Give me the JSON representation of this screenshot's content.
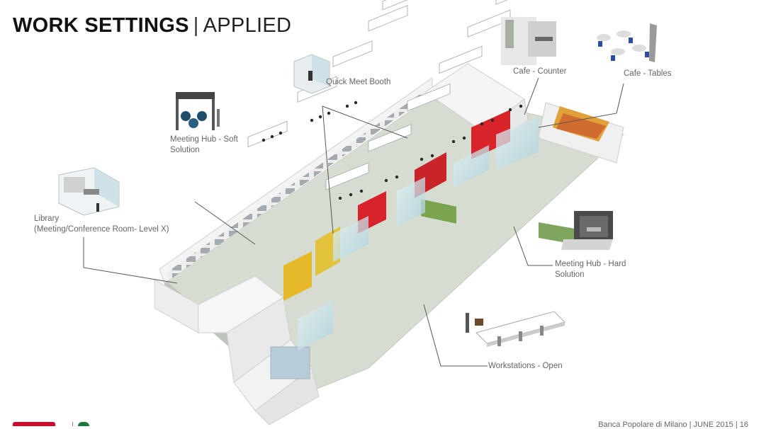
{
  "header": {
    "title_bold": "WORK SETTINGS",
    "separator": "|",
    "title_light": "APPLIED"
  },
  "labels": {
    "quick_meet_booth": "Quick Meet Booth",
    "cafe_counter": "Cafe - Counter",
    "cafe_tables": "Cafe - Tables",
    "meeting_hub_soft_line1": "Meeting Hub - Soft",
    "meeting_hub_soft_line2": "Solution",
    "library_line1": "Library",
    "library_line2": "(Meeting/Conference Room- Level X)",
    "meeting_hub_hard_line1": "Meeting Hub - Hard",
    "meeting_hub_hard_line2": "Solution",
    "workstations_open": "Workstations - Open"
  },
  "footer": {
    "text": "Banca Popolare di Milano | JUNE 2015 | 16"
  },
  "colors": {
    "floor": "#d6ddd0",
    "wall": "#f2f2f2",
    "accent_red": "#d8232a",
    "accent_yellow": "#e5b92a",
    "accent_green": "#6a9a3a",
    "glass": "#b9dde6",
    "leader_line": "#555555"
  }
}
